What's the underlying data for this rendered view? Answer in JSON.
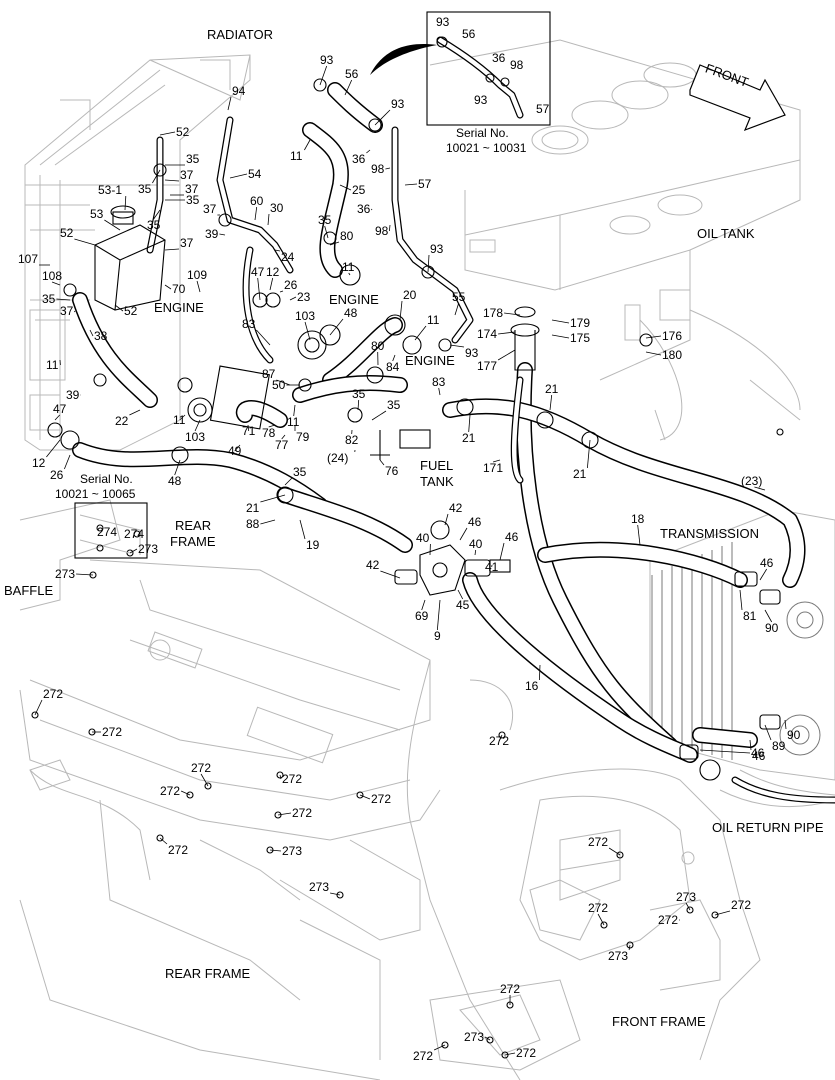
{
  "labels": {
    "radiator": "RADIATOR",
    "oil_tank": "OIL TANK",
    "engine_1": "ENGINE",
    "engine_2": "ENGINE",
    "engine_3": "ENGINE",
    "fuel_tank_1": "FUEL",
    "fuel_tank_2": "TANK",
    "rear_frame_1": "REAR",
    "rear_frame_2": "FRAME",
    "baffle": "BAFFLE",
    "transmission": "TRANSMISSION",
    "oil_return_pipe": "OIL RETURN PIPE",
    "rear_frame_bottom": "REAR FRAME",
    "front_frame": "FRONT FRAME",
    "front_arrow": "FRONT"
  },
  "inset_top": {
    "serial_title": "Serial No.",
    "serial_range": "10021 ~ 10031",
    "callouts": [
      "93",
      "56",
      "36",
      "98",
      "93",
      "57"
    ]
  },
  "inset_left": {
    "serial_title": "Serial No.",
    "serial_range": "10021 ~ 10065",
    "callouts": [
      "274",
      "274"
    ]
  },
  "callouts": [
    "93",
    "56",
    "93",
    "94",
    "52",
    "11",
    "36",
    "98",
    "57",
    "25",
    "35",
    "37",
    "54",
    "35",
    "37",
    "53-1",
    "35",
    "37",
    "53",
    "35",
    "37",
    "52",
    "39",
    "60",
    "30",
    "24",
    "35",
    "80",
    "36",
    "98",
    "11",
    "93",
    "107",
    "108",
    "35",
    "37",
    "70",
    "109",
    "47",
    "12",
    "26",
    "23",
    "52",
    "55",
    "20",
    "48",
    "11",
    "178",
    "179",
    "174",
    "175",
    "93",
    "177",
    "176",
    "180",
    "83",
    "103",
    "38",
    "11",
    "80",
    "84",
    "87",
    "50",
    "39",
    "22",
    "35",
    "35",
    "47",
    "11",
    "78",
    "79",
    "82",
    "83",
    "103",
    "71",
    "49",
    "77",
    "(24)",
    "76",
    "21",
    "21",
    "21",
    "171",
    "12",
    "26",
    "48",
    "35",
    "21",
    "88",
    "19",
    "42",
    "46",
    "40",
    "40",
    "41",
    "46",
    "18",
    "(23)",
    "46",
    "42",
    "69",
    "9",
    "45",
    "46",
    "81",
    "90",
    "16",
    "89",
    "90",
    "46",
    "272",
    "273",
    "273",
    "272",
    "272",
    "272",
    "272",
    "272",
    "272",
    "272",
    "273",
    "273",
    "272",
    "272",
    "272",
    "273",
    "273",
    "272",
    "272",
    "272",
    "273",
    "272",
    "272",
    "11"
  ]
}
